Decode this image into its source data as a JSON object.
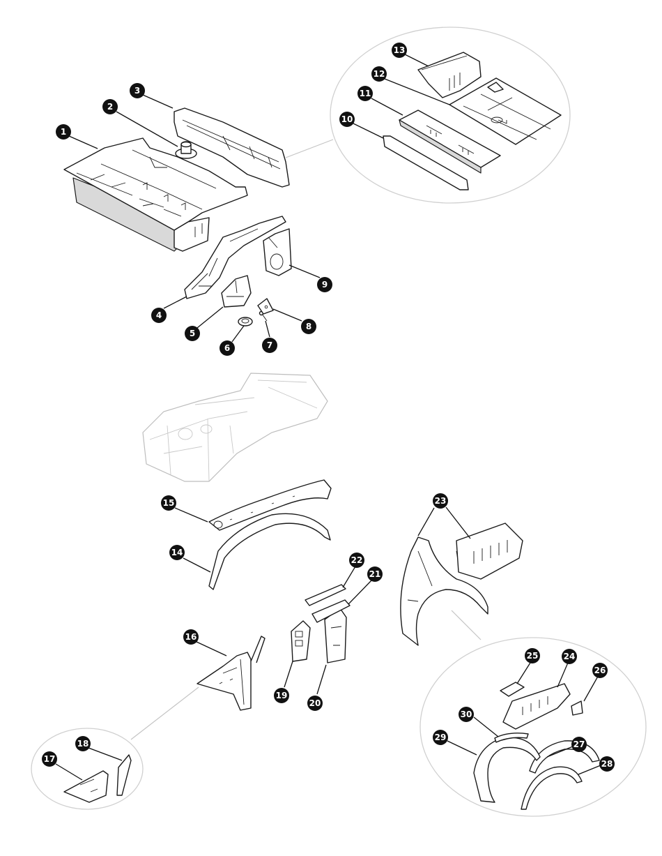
{
  "colors": {
    "line": "#1a1a1a",
    "callout_fill": "#111111",
    "callout_text": "#ffffff",
    "ghost_line": "#bdbdbd",
    "inset_circle": "#d0d0d0",
    "background": "#ffffff"
  },
  "callouts": [
    {
      "label": "1"
    },
    {
      "label": "2"
    },
    {
      "label": "3"
    },
    {
      "label": "4"
    },
    {
      "label": "5"
    },
    {
      "label": "6"
    },
    {
      "label": "7"
    },
    {
      "label": "8"
    },
    {
      "label": "9"
    },
    {
      "label": "10"
    },
    {
      "label": "11"
    },
    {
      "label": "12"
    },
    {
      "label": "13"
    },
    {
      "label": "14"
    },
    {
      "label": "15"
    },
    {
      "label": "16"
    },
    {
      "label": "17"
    },
    {
      "label": "18"
    },
    {
      "label": "19"
    },
    {
      "label": "20"
    },
    {
      "label": "21"
    },
    {
      "label": "22"
    },
    {
      "label": "23"
    },
    {
      "label": "24"
    },
    {
      "label": "25"
    },
    {
      "label": "26"
    },
    {
      "label": "27"
    },
    {
      "label": "28"
    },
    {
      "label": "29"
    },
    {
      "label": "30"
    }
  ]
}
